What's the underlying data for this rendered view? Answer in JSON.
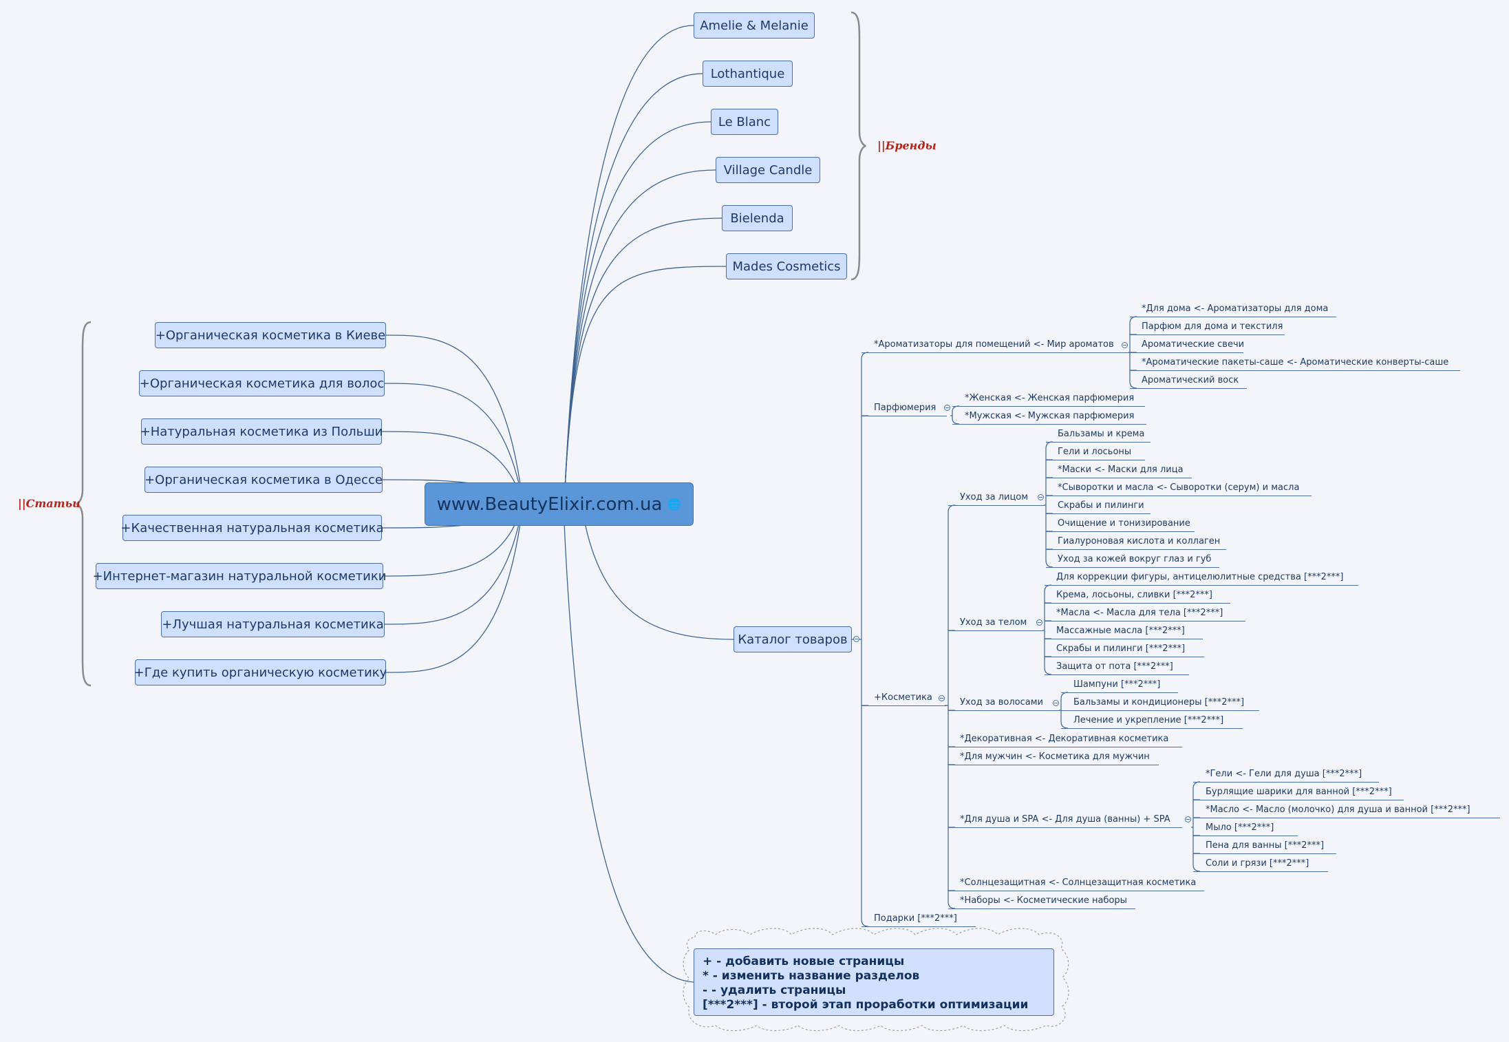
{
  "central": {
    "label": "www.BeautyElixir.com.ua",
    "icon": "globe-icon"
  },
  "brands": {
    "label": "||Бренды",
    "items": [
      "Amelie & Melanie",
      "Lothantique",
      "Le Blanc",
      "Village Candle",
      "Bielenda",
      "Mades Cosmetics"
    ]
  },
  "articles": {
    "label": "||Статьи",
    "items": [
      "+Органическая косметика в Киеве",
      "+Органическая косметика для волос",
      "+Натуральная косметика из Польши",
      "+Органическая косметика в Одессе",
      "+Качественная натуральная косметика",
      "+Интернет-магазин натуральной косметики",
      "+Лучшая натуральная косметика",
      "+Где купить органическую косметику"
    ]
  },
  "catalog": {
    "label": "Каталог товаров",
    "aromatizers": {
      "label": "*Ароматизаторы для помещений <- Мир ароматов",
      "items": [
        "*Для дома <- Ароматизаторы для дома",
        "Парфюм для дома и текстиля",
        "Ароматические свечи",
        "*Ароматические пакеты-саше <- Ароматические конверты-саше",
        "Ароматический воск"
      ]
    },
    "perfume": {
      "label": "Парфюмерия",
      "items": [
        "*Женская <- Женская парфюмерия",
        "*Мужская <- Мужская парфюмерия"
      ]
    },
    "cosmetics": {
      "label": "+Косметика",
      "face": {
        "label": "Уход за лицом",
        "items": [
          "Бальзамы и крема",
          "Гели и лосьоны",
          "*Маски <- Маски для лица",
          "*Сыворотки и масла <- Сыворотки (серум) и масла",
          "Скрабы и пилинги",
          "Очищение и тонизирование",
          "Гиалуроновая кислота и коллаген",
          "Уход за кожей вокруг глаз и губ"
        ]
      },
      "body": {
        "label": "Уход за телом",
        "items": [
          "Для коррекции фигуры, антицелюлитные средства [***2***]",
          "Крема, лосьоны, сливки  [***2***]",
          "*Масла <- Масла для тела [***2***]",
          "Массажные масла [***2***]",
          "Скрабы и пилинги [***2***]",
          "Защита от пота [***2***]"
        ]
      },
      "hair": {
        "label": "Уход за волосами",
        "items": [
          "Шампуни [***2***]",
          "Бальзамы и кондиционеры [***2***]",
          "Лечение и укрепление [***2***]"
        ]
      },
      "decor": "*Декоративная <- Декоративная косметика",
      "men": "*Для мужчин <- Косметика для мужчин",
      "spa": {
        "label": "*Для душа и SPA <- Для душа (ванны) + SPA",
        "items": [
          "*Гели <- Гели для душа [***2***]",
          "Бурлящие шарики для ванной [***2***]",
          "*Масло <-  Масло (молочко) для душа и ванной [***2***]",
          "Мыло [***2***]",
          "Пена для ванны [***2***]",
          "Соли и грязи [***2***]"
        ]
      },
      "sun": "*Солнцезащитная <- Солнцезащитная косметика",
      "sets": "*Наборы <- Косметические наборы"
    },
    "gifts": "Подарки [***2***]"
  },
  "legend": {
    "lines": [
      "+ - добавить новые страницы",
      "* - изменить название разделов",
      "- - удалить страницы",
      "[***2***] - второй этап проработки оптимизации"
    ]
  },
  "colors": {
    "node_fill": "#cfdfff",
    "node_border": "#4a6fa8",
    "central_fill": "#5b96d9",
    "brace_label": "#b8241b",
    "line": "#3d6394"
  }
}
